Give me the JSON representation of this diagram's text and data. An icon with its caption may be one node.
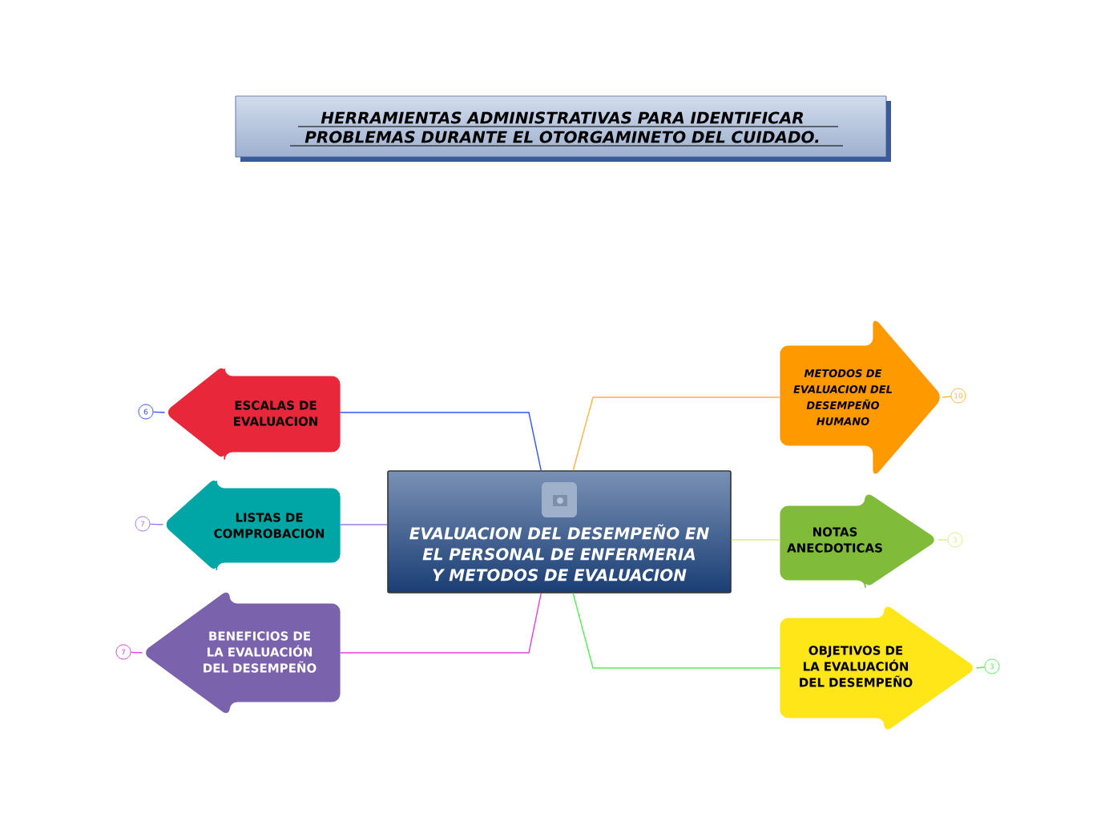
{
  "diagram": {
    "title": "HERRAMIENTAS ADMINISTRATIVAS PARA IDENTIFICAR PROBLEMAS DURANTE EL OTORGAMINETO DEL CUIDADO.",
    "nodes": [
      {
        "text": [
          "EVALUACION DEL DESEMPEÑO EN EL PERSONAL DE ENFERMERIA Y METODOS DE EVALUACION"
        ]
      },
      {
        "text": [
          "ESCALAS DE EVALUACION"
        ]
      },
      {
        "text": [
          "LISTAS DE COMPROBACION"
        ]
      },
      {
        "text": [
          "BENEFICIOS DE LA EVALUACIÓN DEL DESEMPEÑO"
        ]
      },
      {
        "text": [
          "METODOS DE EVALUACION DEL DESEMPEÑO HUMANO"
        ]
      },
      {
        "text": [
          "NOTAS ANECDOTICAS"
        ]
      },
      {
        "text": [
          "OBJETIVOS DE LA EVALUACIÓN DEL DESEMPEÑO"
        ]
      },
      {
        "text": [
          "6"
        ]
      },
      {
        "text": [
          "7"
        ]
      },
      {
        "text": [
          "7"
        ]
      },
      {
        "text": [
          "10"
        ]
      },
      {
        "text": [
          "3"
        ]
      },
      {
        "text": [
          "3"
        ]
      }
    ],
    "edges": [
      {
        "from": 0,
        "to": 1,
        "arrow": "none",
        "color": "#3355ee"
      },
      {
        "from": 0,
        "to": 2,
        "arrow": "none",
        "color": "#9a77ee"
      },
      {
        "from": 0,
        "to": 3,
        "arrow": "none",
        "color": "#dd44dd"
      },
      {
        "from": 0,
        "to": 4,
        "arrow": "none",
        "color": "#ffb347"
      },
      {
        "from": 0,
        "to": 5,
        "arrow": "none",
        "color": "#d4f27a"
      },
      {
        "from": 0,
        "to": 6,
        "arrow": "none",
        "color": "#55ee55"
      },
      {
        "from": 1,
        "to": 7,
        "arrow": "none",
        "color": "#3355ee"
      },
      {
        "from": 2,
        "to": 8,
        "arrow": "none",
        "color": "#9a77ee"
      },
      {
        "from": 3,
        "to": 9,
        "arrow": "none",
        "color": "#dd44dd"
      },
      {
        "from": 4,
        "to": 10,
        "arrow": "none",
        "color": "#ffb347"
      },
      {
        "from": 5,
        "to": 11,
        "arrow": "none",
        "color": "#d4f27a"
      },
      {
        "from": 6,
        "to": 12,
        "arrow": "none",
        "color": "#55ee55"
      }
    ]
  }
}
